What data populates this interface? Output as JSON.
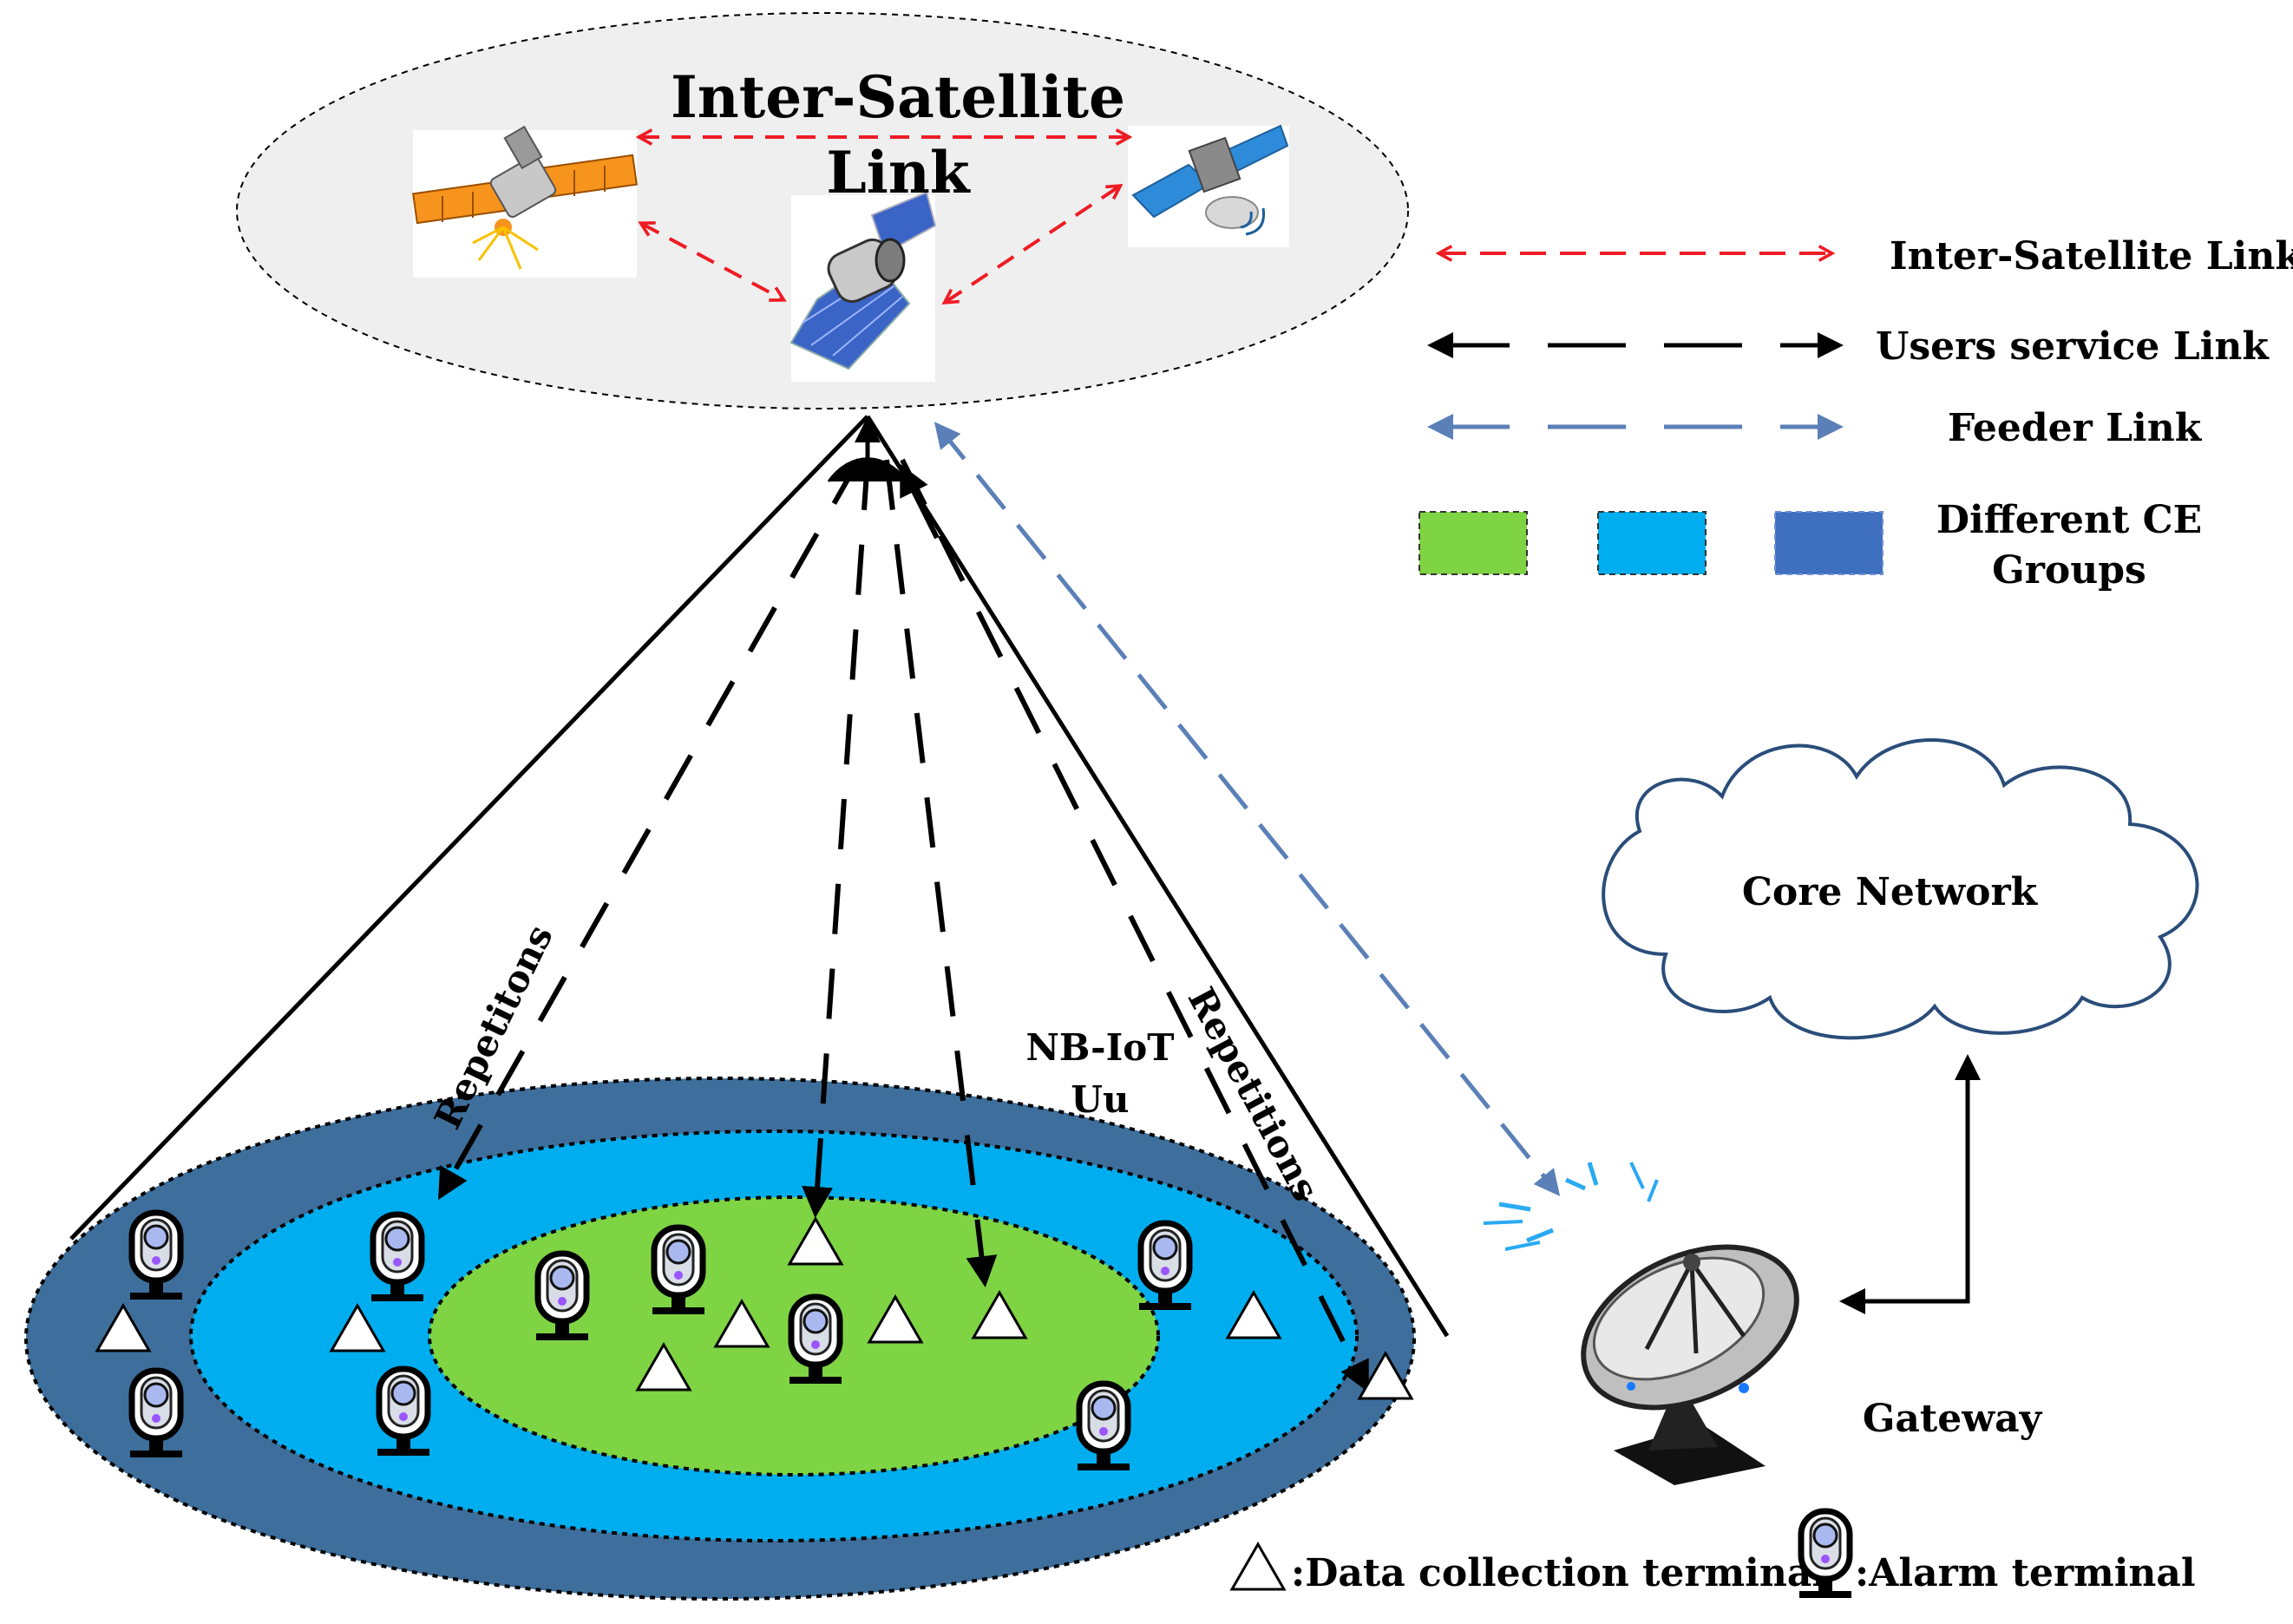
{
  "space": {
    "title_line1": "Inter-Satellite",
    "title_line2": "Link"
  },
  "legend": {
    "inter_satellite": "Inter-Satellite Link",
    "user_service": "Users service Link",
    "feeder": "Feeder Link",
    "ce_groups_line1": "Different CE",
    "ce_groups_line2": "Groups"
  },
  "ground": {
    "repetitions_left": "Repetitons",
    "repetitions_right": "Repetitions",
    "nbiot_line1": "NB-IoT",
    "nbiot_line2": "Uu",
    "core_network": "Core Network",
    "gateway": "Gateway"
  },
  "footer": {
    "data_terminal": ":Data collection terminal",
    "alarm_terminal": ":Alarm terminal"
  },
  "colors": {
    "isl_red": "#ee1c24",
    "feeder_blue": "#5b80b7",
    "ce_green": "#7fd444",
    "ce_light_blue": "#00aeef",
    "ce_dark_blue": "#3f6fbf",
    "outer_ring": "#3e6f9c",
    "sat_ellipse": "#efefef"
  }
}
